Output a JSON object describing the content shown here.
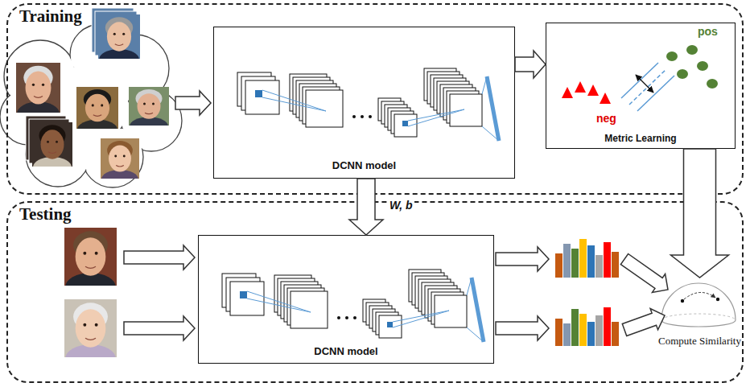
{
  "diagram": {
    "nodes": [
      {
        "text": [
          "Training"
        ]
      },
      {
        "text": [
          "DCNN model"
        ],
        "in": 0
      },
      {
        "text": [
          "pos",
          "neg",
          "Metric Learning"
        ],
        "in": 0
      },
      {
        "text": [
          "Testing"
        ]
      },
      {
        "text": [
          "DCNN model"
        ],
        "in": 3
      },
      {
        "text": [
          "Compute Similarity"
        ],
        "in": 3
      }
    ],
    "edges": [
      {
        "from": 1,
        "to": 2,
        "arrow": "to"
      },
      {
        "from": 1,
        "to": 4,
        "label": "W, b",
        "arrow": "to"
      },
      {
        "from": 2,
        "to": 5,
        "arrow": "to"
      }
    ]
  }
}
